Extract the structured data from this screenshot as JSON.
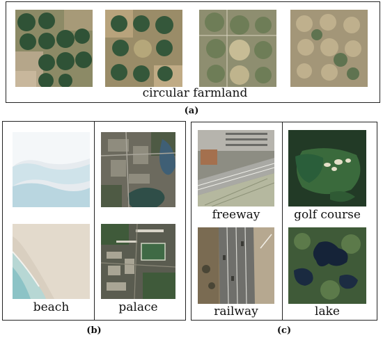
{
  "panel_a": {
    "caption": "circular farmland",
    "panel_label": "(a)"
  },
  "panel_b": {
    "labels": [
      "beach",
      "palace"
    ],
    "panel_label": "(b)"
  },
  "panel_c": {
    "labels": [
      "freeway",
      "golf course",
      "railway",
      "lake"
    ],
    "panel_label": "(c)"
  }
}
